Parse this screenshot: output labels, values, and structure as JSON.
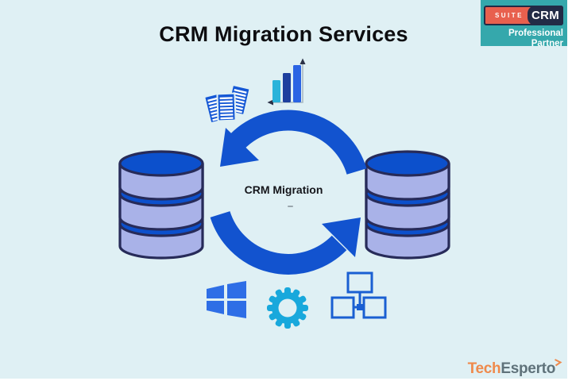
{
  "page": {
    "title": "CRM Migration Services",
    "background_color": "#dff0f4"
  },
  "partner_badge": {
    "logo_suite": "SUITE",
    "logo_crm": "CRM",
    "label_line1": "Professional",
    "label_line2": "Partner",
    "teal_color": "#35a8ac",
    "salmon_color": "#e8604e",
    "navy_color": "#222b46"
  },
  "diagram": {
    "center_label": "CRM Migration",
    "arrow_color": "#1253cf",
    "database_colors": {
      "body": "#a9b2e8",
      "band": "#0c50cc",
      "outline": "#272b59"
    },
    "icon_colors": {
      "documents_blue": "#1457d5",
      "bar_cyan": "#2ab3da",
      "bar_navy": "#1d3f9e",
      "bar_blue": "#2a64e4",
      "windows_blue": "#2e6ee6",
      "gear_cyan": "#18a8dc",
      "sitemap_blue": "#1a5fd2"
    },
    "icon_names": [
      "documents-icon",
      "bar-chart-icon",
      "sync-arrows-icon",
      "database-icon",
      "windows-icon",
      "gear-icon",
      "sitemap-icon"
    ]
  },
  "footer_logo": {
    "part1": "Tech",
    "part2": "Esperto",
    "part1_color": "#ef8a4c",
    "part2_color": "#5f727a"
  }
}
